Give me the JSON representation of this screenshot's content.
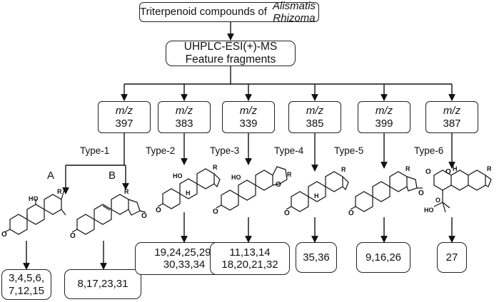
{
  "header": {
    "title_plain": "Triterpenoid compounds of ",
    "title_italic": "Alismatis Rhizoma",
    "method": "UHPLC-ESI(+)-MS Feature fragments"
  },
  "types": [
    {
      "mz_label": "m/z",
      "mz": "397",
      "type": "Type-1"
    },
    {
      "mz_label": "m/z",
      "mz": "383",
      "type": "Type-2"
    },
    {
      "mz_label": "m/z",
      "mz": "339",
      "type": "Type-3"
    },
    {
      "mz_label": "m/z",
      "mz": "385",
      "type": "Type-4"
    },
    {
      "mz_label": "m/z",
      "mz": "399",
      "type": "Type-5"
    },
    {
      "mz_label": "m/z",
      "mz": "387",
      "type": "Type-6"
    }
  ],
  "branches": {
    "a": "A",
    "b": "B"
  },
  "compounds": {
    "type1a": [
      "3,4,5,6,",
      "7,12,15"
    ],
    "type1b": [
      "8,17,23,31"
    ],
    "type2": [
      "19,24,25,29,",
      "30,33,34"
    ],
    "type3": [
      "11,13,14",
      "18,20,21,32"
    ],
    "type4": [
      "35,36"
    ],
    "type5": [
      "9,16,26"
    ],
    "type6": [
      "27"
    ]
  },
  "structure_labels": {
    "r": "R",
    "ho": "HO",
    "oh": "OH",
    "o": "O",
    "h": "H",
    "hooc": "HO"
  }
}
